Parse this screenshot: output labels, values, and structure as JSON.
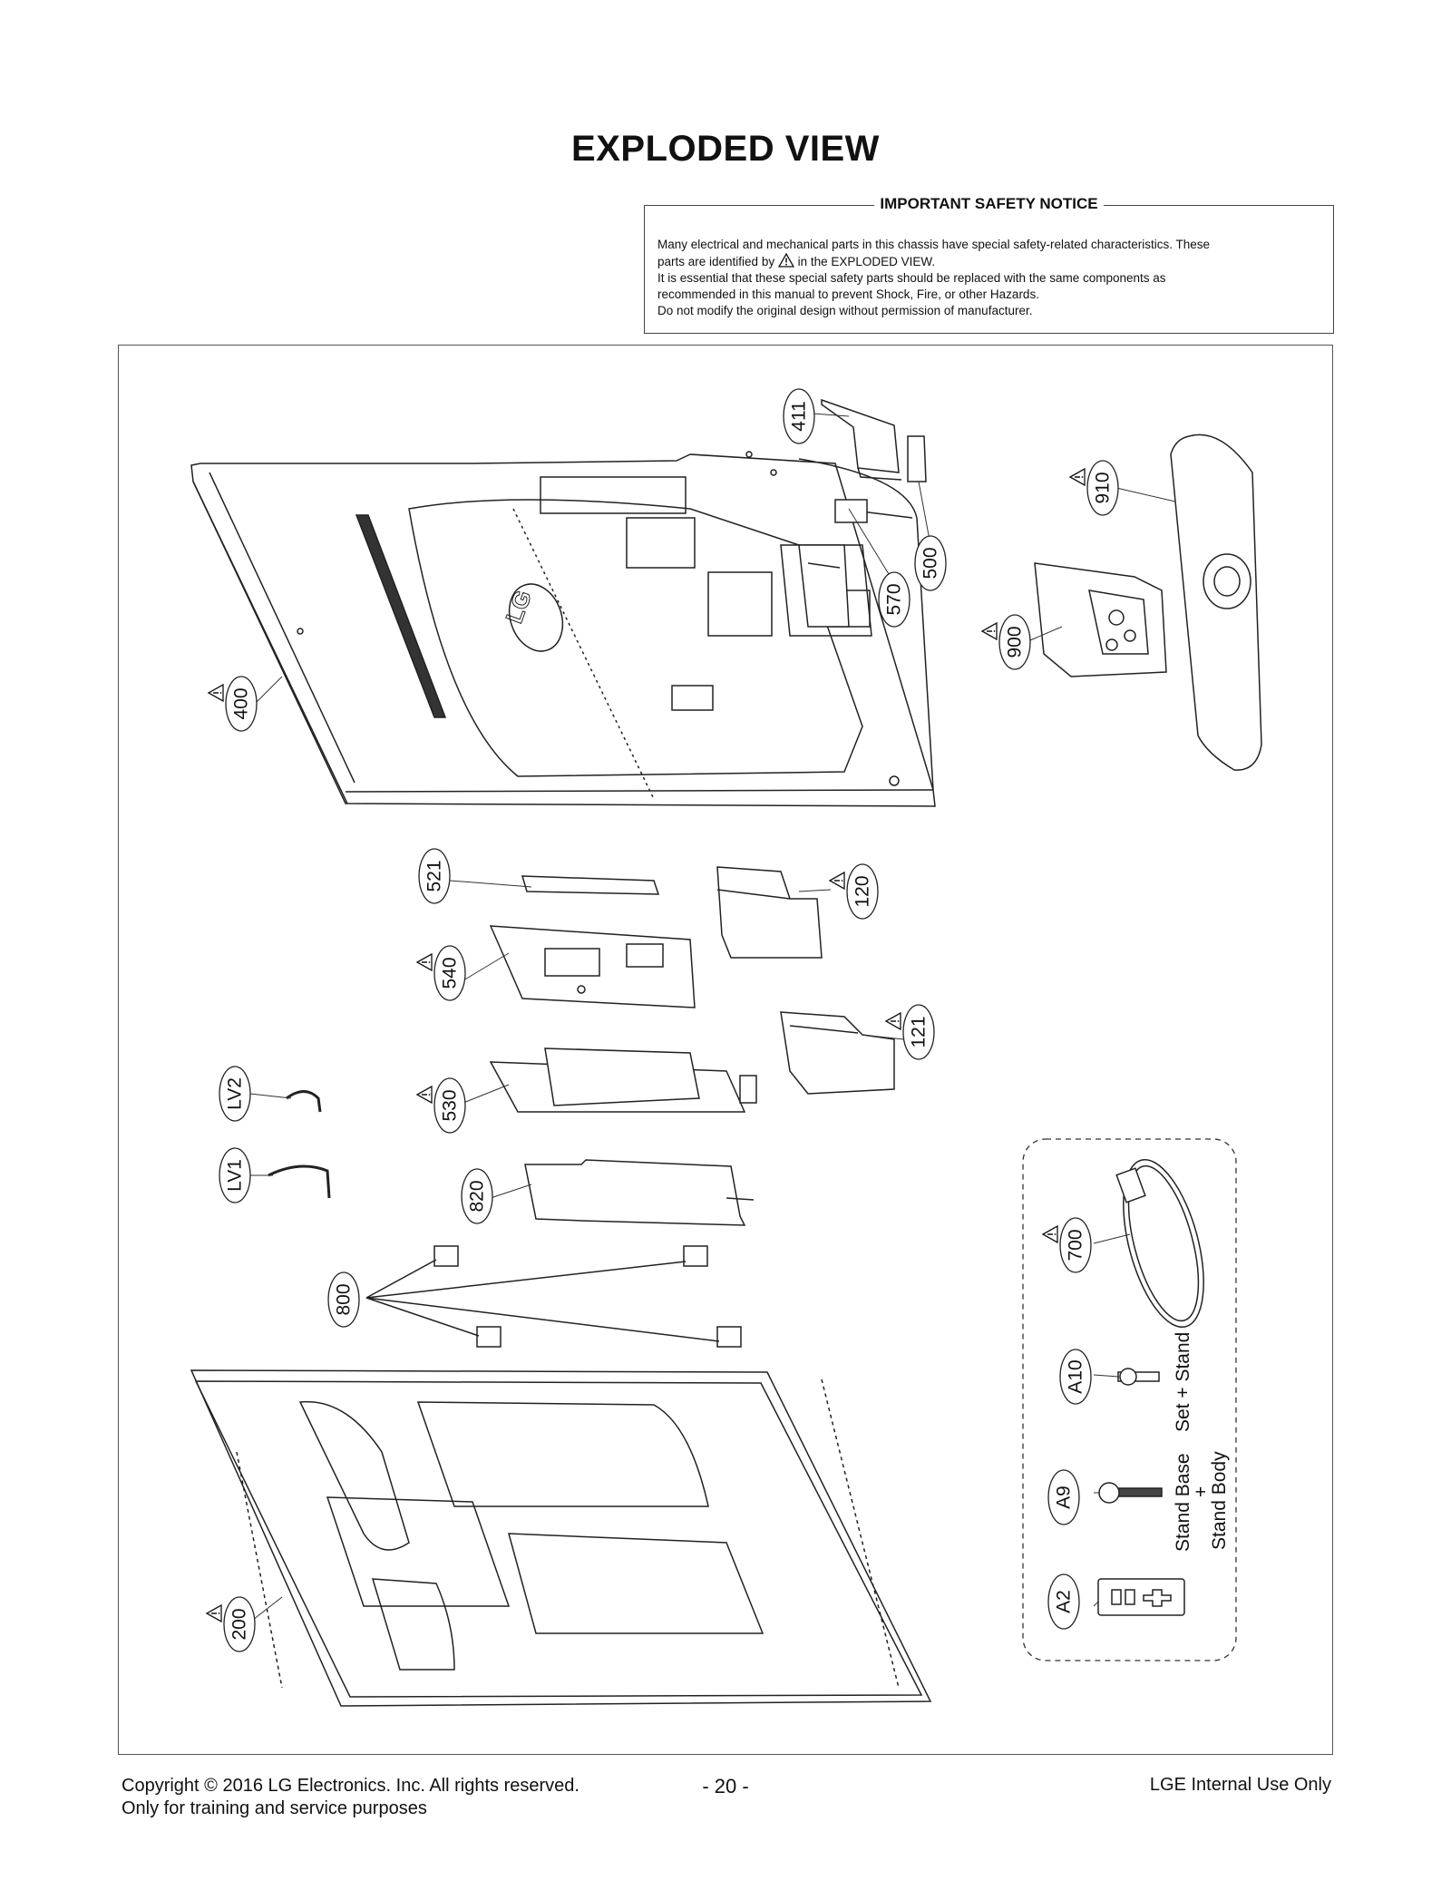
{
  "page": {
    "title": "EXPLODED VIEW"
  },
  "notice": {
    "title": "IMPORTANT SAFETY NOTICE",
    "line1": "Many electrical and mechanical parts in this chassis have special safety-related characteristics. These",
    "line2_before": "parts are identified by",
    "line2_after": "in the EXPLODED VIEW.",
    "line3": "It is essential that these special safety parts should be replaced with the same components as",
    "line4": "recommended in this manual to prevent Shock, Fire, or other Hazards.",
    "line5": "Do not modify the original design without permission of manufacturer."
  },
  "parts": [
    {
      "id": "411",
      "safety": false
    },
    {
      "id": "910",
      "safety": true
    },
    {
      "id": "500",
      "safety": false
    },
    {
      "id": "570",
      "safety": false
    },
    {
      "id": "900",
      "safety": true
    },
    {
      "id": "400",
      "safety": true
    },
    {
      "id": "521",
      "safety": false
    },
    {
      "id": "120",
      "safety": true
    },
    {
      "id": "540",
      "safety": true
    },
    {
      "id": "121",
      "safety": true
    },
    {
      "id": "LV2",
      "safety": false
    },
    {
      "id": "530",
      "safety": true
    },
    {
      "id": "LV1",
      "safety": false
    },
    {
      "id": "820",
      "safety": false
    },
    {
      "id": "700",
      "safety": true
    },
    {
      "id": "800",
      "safety": false
    },
    {
      "id": "A10",
      "safety": false
    },
    {
      "id": "A9",
      "safety": false
    },
    {
      "id": "A2",
      "safety": false
    },
    {
      "id": "200",
      "safety": true
    }
  ],
  "accessory_labels": {
    "set_stand": "Set + Stand",
    "stand_base": "Stand Base",
    "plus": "+",
    "stand_body": "Stand Body"
  },
  "brand": {
    "logo_text": "LG"
  },
  "footer": {
    "copyright": "Copyright  © 2016  LG Electronics. Inc. All rights reserved.",
    "purpose": "Only for training and service purposes",
    "page_number": "- 20 -",
    "internal": "LGE Internal Use Only"
  }
}
